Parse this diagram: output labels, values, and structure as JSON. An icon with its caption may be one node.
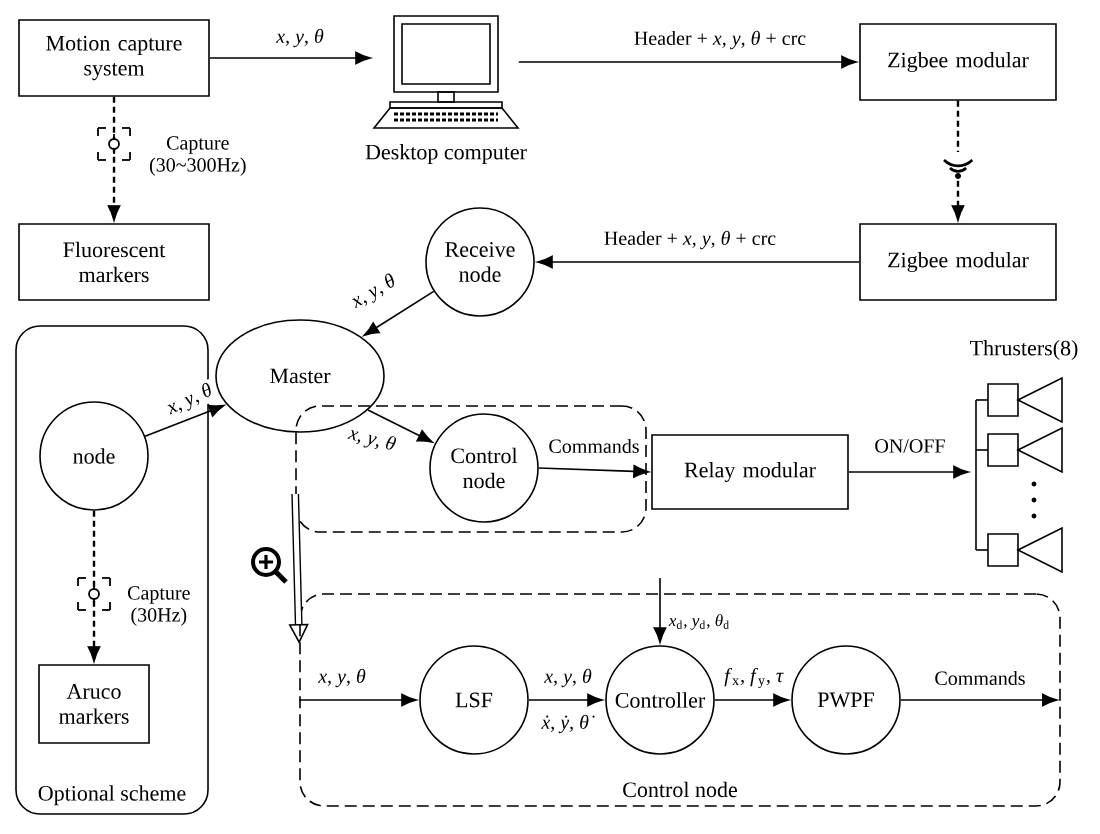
{
  "diagram": {
    "nodes": [
      {
        "text": [
          "Motion capture system"
        ]
      },
      {
        "text": [],
        "shape": "picture",
        "beside": [
          "Desktop computer"
        ]
      },
      {
        "text": [
          "Zigbee modular"
        ]
      },
      {
        "text": [
          "Fluorescent markers"
        ]
      },
      {
        "text": [
          "Receive node"
        ]
      },
      {
        "text": [
          "Zigbee modular"
        ]
      },
      {
        "text": [
          "Optional scheme"
        ]
      },
      {
        "text": [
          "node"
        ],
        "in": 6
      },
      {
        "text": [
          "Aruco markers"
        ],
        "in": 6
      },
      {
        "text": [
          "Master"
        ]
      },
      {
        "text": [],
        "shape": "box"
      },
      {
        "text": [
          "Control node"
        ],
        "in": 10
      },
      {
        "text": [
          "Relay modular"
        ]
      },
      {
        "text": [
          "Thrusters(8)"
        ]
      },
      {
        "text": [
          "Control node"
        ]
      },
      {
        "text": [
          "LSF"
        ],
        "in": 14
      },
      {
        "text": [
          "Controller"
        ],
        "in": 14
      },
      {
        "text": [
          "PWPF"
        ],
        "in": 14
      }
    ],
    "edges": [
      {
        "from": 0,
        "to": 1,
        "arrow": "to",
        "label": "*x*, *y*, *θ*"
      },
      {
        "from": 1,
        "to": 2,
        "arrow": "to",
        "label": "Header + *x*, *y*, *θ*  + crc"
      },
      {
        "from": 0,
        "to": 3,
        "arrow": "to",
        "style": "dashed",
        "label": "Capture (30~300Hz)"
      },
      {
        "from": 2,
        "to": 5,
        "arrow": "to",
        "style": "dashed"
      },
      {
        "from": 5,
        "to": 4,
        "arrow": "to",
        "label": "Header + *x*, *y*, *θ*  + crc"
      },
      {
        "from": 4,
        "to": 9,
        "arrow": "to",
        "label": "*x*, *y*, *θ*"
      },
      {
        "from": 7,
        "to": 9,
        "arrow": "to",
        "label": "*x*, *y*, *θ*"
      },
      {
        "from": 7,
        "to": 8,
        "arrow": "to",
        "style": "dashed",
        "label": "Capture (30Hz)"
      },
      {
        "from": 9,
        "to": 11,
        "arrow": "to",
        "label": "*x*, *y*, *θ*"
      },
      {
        "from": 11,
        "to": 12,
        "arrow": "to",
        "label": "Commands"
      },
      {
        "from": 12,
        "to": 13,
        "arrow": "to",
        "label": "ON/OFF"
      },
      {
        "from": 10,
        "to": 14,
        "arrow": "to",
        "style": "thick"
      },
      {
        "from": 14,
        "to": 15,
        "arrow": "to",
        "label": "*x*, *y*, *θ*"
      },
      {
        "from": 15,
        "to": 16,
        "arrow": "to",
        "label": "*x*, *y*, *θ*"
      },
      {
        "from": null,
        "to": 16,
        "arrow": "to",
        "label": "*x*$_{d}$, *y*$_{d}$, *θ*$_{d}$"
      },
      {
        "from": 16,
        "to": 17,
        "arrow": "to",
        "label": "*f*$_{x}$, *f*$_{y}$, *τ*"
      },
      {
        "from": 17,
        "to": null,
        "arrow": "to",
        "label": "Commands"
      }
    ],
    "labels": [
      "*ẋ*, *ẏ*, *θ̇*"
    ]
  }
}
